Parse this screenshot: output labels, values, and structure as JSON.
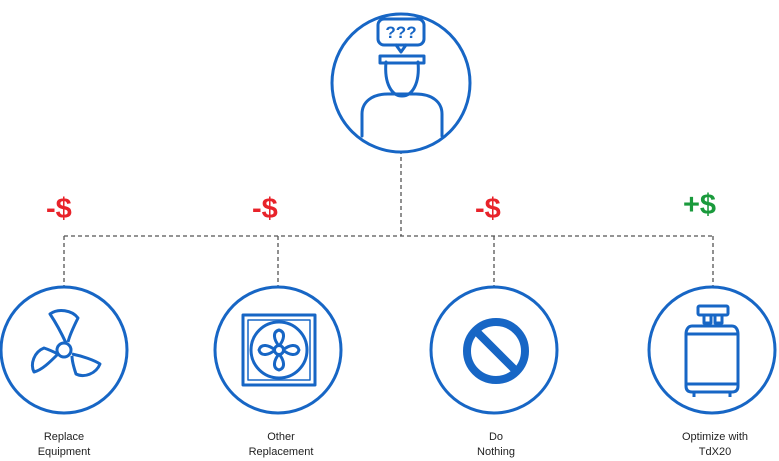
{
  "colors": {
    "primary": "#1766c5",
    "connector": "#555555",
    "negative": "#e8232a",
    "positive": "#1a9a3c"
  },
  "person": {
    "icon": "confused-person-icon",
    "bubble_text": "???"
  },
  "options": [
    {
      "icon": "fan-icon",
      "cost": "-$",
      "cost_type": "negative",
      "label_line1": "Replace",
      "label_line2": "Equipment"
    },
    {
      "icon": "ventilation-fan-icon",
      "cost": "-$",
      "cost_type": "negative",
      "label_line1": "Other",
      "label_line2": "Replacement"
    },
    {
      "icon": "prohibited-icon",
      "cost": "-$",
      "cost_type": "negative",
      "label_line1": "Do",
      "label_line2": "Nothing"
    },
    {
      "icon": "refrigerant-cylinder-icon",
      "cost": "+$",
      "cost_type": "positive",
      "label_line1": "Optimize with",
      "label_line2": "TdX20"
    }
  ]
}
